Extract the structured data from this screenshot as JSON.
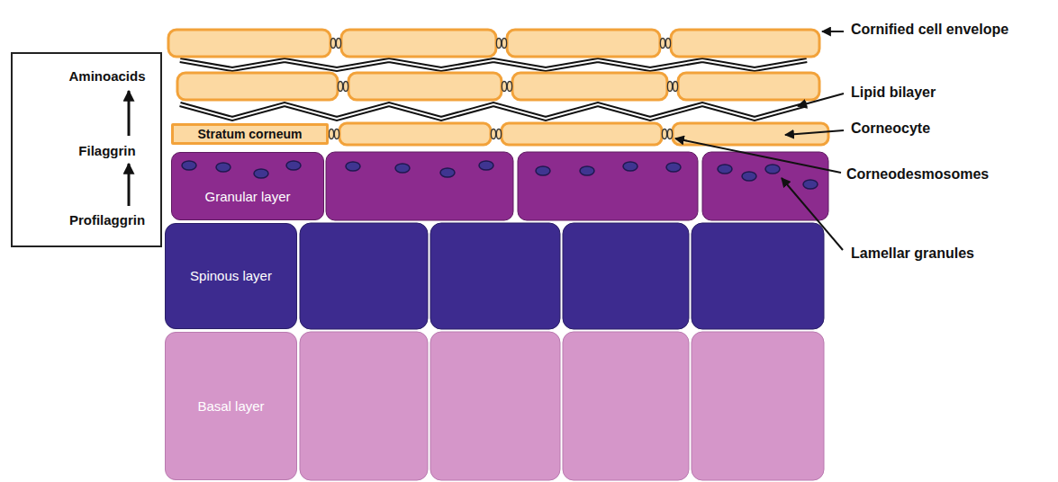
{
  "diagram": {
    "nodes": [
      {
        "text": [
          "Aminoacids",
          "Filaggrin",
          "Profilaggrin"
        ]
      },
      {
        "text": [
          "Stratum corneum"
        ]
      },
      {
        "text": [
          "Granular layer"
        ]
      },
      {
        "text": [
          "Spinous layer"
        ]
      },
      {
        "text": [
          "Basal layer"
        ]
      }
    ],
    "labels": [
      "Cornified cell envelope",
      "Lipid bilayer",
      "Corneocyte",
      "Corneodesmosomes",
      "Lamellar granules"
    ]
  }
}
